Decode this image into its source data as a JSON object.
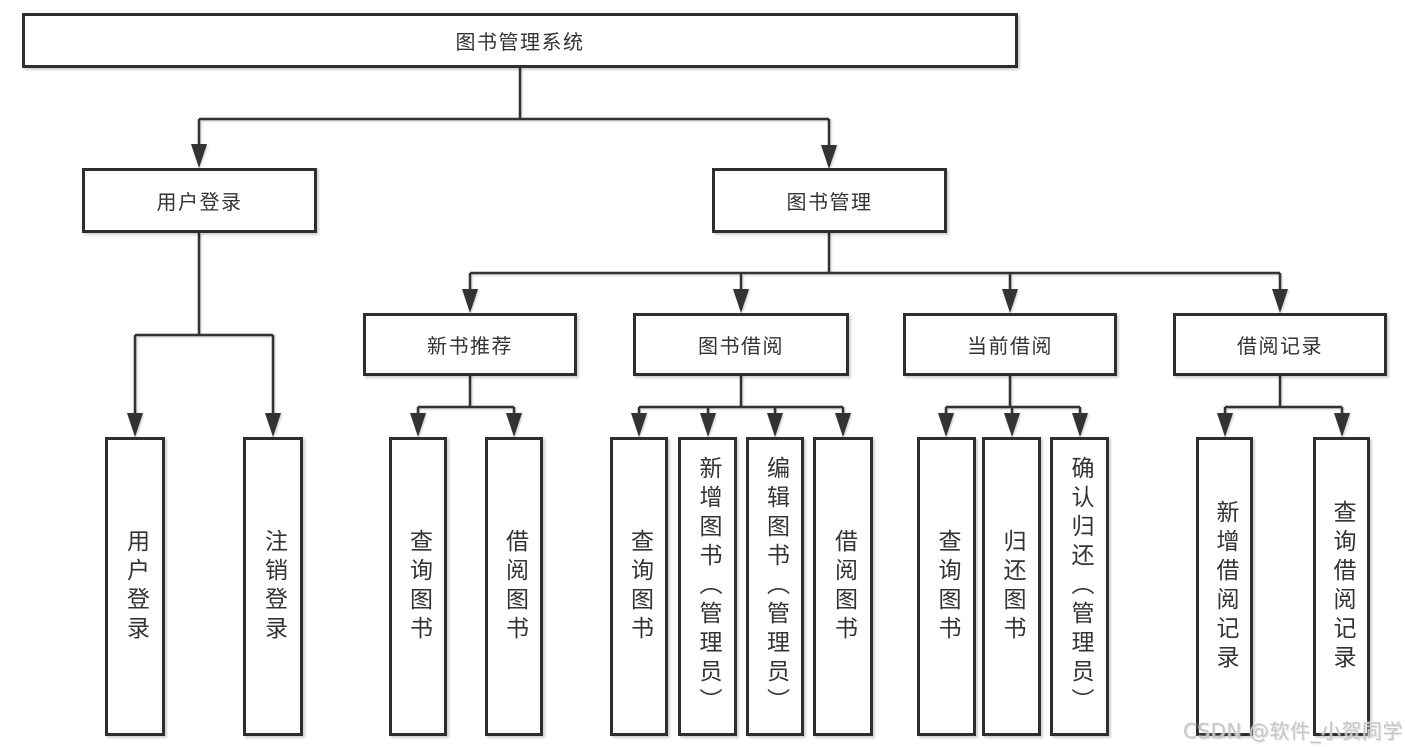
{
  "diagram": {
    "root": {
      "label": "图书管理系统"
    },
    "branches": [
      {
        "label": "用户登录",
        "children": [
          {
            "label": "用户登录"
          },
          {
            "label": "注销登录"
          }
        ]
      },
      {
        "label": "图书管理",
        "children": [
          {
            "label": "新书推荐",
            "children": [
              {
                "label": "查询图书"
              },
              {
                "label": "借阅图书"
              }
            ]
          },
          {
            "label": "图书借阅",
            "children": [
              {
                "label": "查询图书"
              },
              {
                "label": "新增图书（管理员）"
              },
              {
                "label": "编辑图书（管理员）"
              },
              {
                "label": "借阅图书"
              }
            ]
          },
          {
            "label": "当前借阅",
            "children": [
              {
                "label": "查询图书"
              },
              {
                "label": "归还图书"
              },
              {
                "label": "确认归还（管理员）"
              }
            ]
          },
          {
            "label": "借阅记录",
            "children": [
              {
                "label": "新增借阅记录"
              },
              {
                "label": "查询借阅记录"
              }
            ]
          }
        ]
      }
    ]
  },
  "watermark": {
    "text": "CSDN @软件_小贺同学"
  },
  "colors": {
    "line": "#333333",
    "box_border": "#2e2e2e",
    "text": "#333333",
    "watermark": "#c6c6c6",
    "background": "#ffffff"
  }
}
